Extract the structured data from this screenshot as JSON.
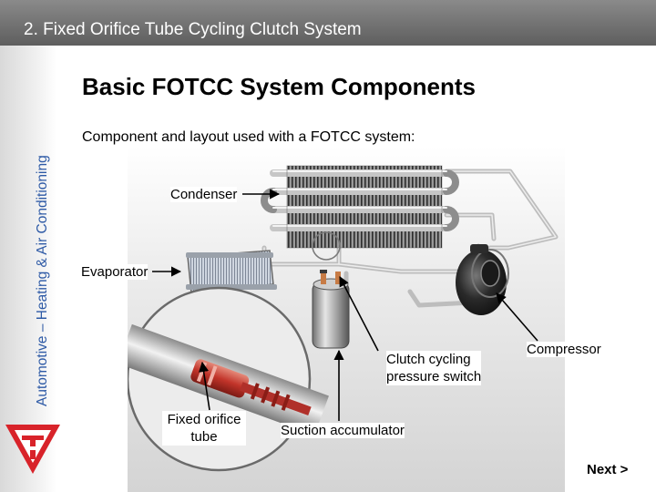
{
  "header": {
    "title": "2. Fixed Orifice Tube Cycling Clutch System"
  },
  "sidebar": {
    "vertical_text": "Automotive – Heating & Air Conditioning"
  },
  "slide": {
    "title": "Basic FOTCC System Components",
    "subtitle": "Component and layout used with a FOTCC system:"
  },
  "labels": {
    "condenser": "Condenser",
    "evaporator": "Evaporator",
    "compressor": "Compressor",
    "clutch_switch_line1": "Clutch cycling",
    "clutch_switch_line2": "pressure switch",
    "orifice_line1": "Fixed orifice",
    "orifice_line2": "tube",
    "accumulator": "Suction accumulator"
  },
  "nav": {
    "next_label": "Next >"
  },
  "colors": {
    "header": "#6e6e6e",
    "sidebar_text": "#2e5aa6",
    "logo_red": "#d8232a"
  }
}
